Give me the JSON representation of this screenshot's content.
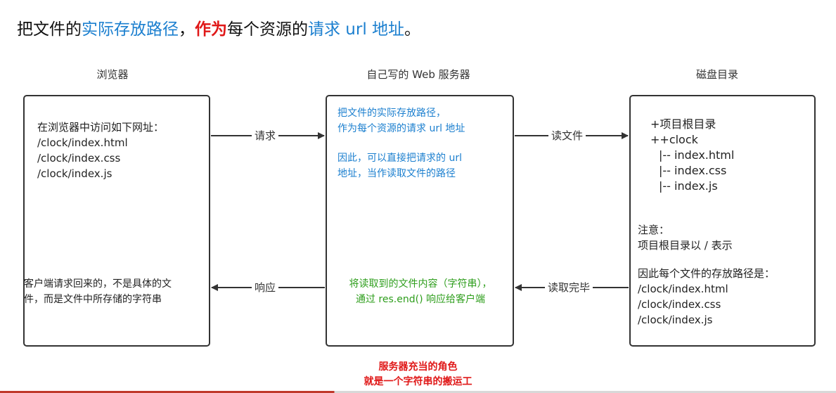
{
  "heading": {
    "part1": "把文件的",
    "part2": "实际存放路径",
    "part3": "，",
    "part4": "作为",
    "part5": "每个资源的",
    "part6": "请求 url 地址",
    "part7": "。"
  },
  "columns": {
    "browser": "浏览器",
    "server": "自己写的 Web 服务器",
    "disk": "磁盘目录"
  },
  "browser_box": {
    "lines": [
      "在浏览器中访问如下网址：",
      "/clock/index.html",
      "/clock/index.css",
      "/clock/index.js"
    ],
    "response_lines": [
      "客户端请求回来的，不是具体的文",
      "件，而是文件中所存储的字符串"
    ]
  },
  "server_box": {
    "top_lines": [
      "把文件的实际存放路径，",
      "作为每个资源的请求 url 地址"
    ],
    "mid_lines": [
      "因此，可以直接把请求的 url",
      "地址，当作读取文件的路径"
    ],
    "bottom_lines": [
      "将读取到的文件内容（字符串），",
      "通过 res.end() 响应给客户端"
    ]
  },
  "disk_box": {
    "tree": [
      "+项目根目录",
      "++clock",
      "|-- index.html",
      "|-- index.css",
      "|-- index.js"
    ],
    "note": [
      "注意：",
      "项目根目录以 / 表示"
    ],
    "paths": [
      "因此每个文件的存放路径是：",
      "/clock/index.html",
      "/clock/index.css",
      "/clock/index.js"
    ]
  },
  "arrows": {
    "request": "请求",
    "read_file": "读文件",
    "response": "响应",
    "read_done": "读取完毕"
  },
  "caption": [
    "服务器充当的角色",
    "就是一个字符串的搬运工"
  ],
  "colors": {
    "blue": "#1b7fcf",
    "red": "#e01818",
    "green": "#2e9e1c",
    "border": "#333333"
  }
}
